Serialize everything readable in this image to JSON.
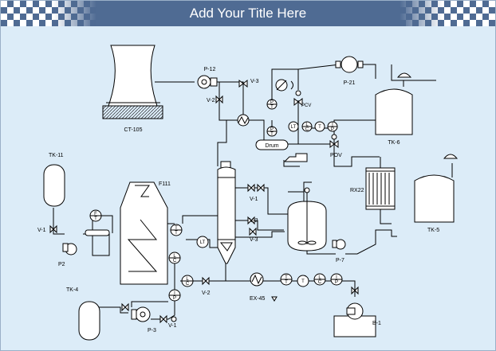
{
  "title": "Add Your Title Here",
  "labels": {
    "ct105": "CT-105",
    "p12": "P-12",
    "v3_top": "V-3",
    "v2_top": "V-2",
    "p21": "P-21",
    "pcv": "PCV",
    "drum": "Drum",
    "tk6": "TK-6",
    "pov": "POV",
    "tk11": "TK-11",
    "v1_left": "V-1",
    "p2": "P2",
    "f111": "F111",
    "v1_mid": "V-1",
    "v2_mid": "V-2",
    "v3_mid": "V-3",
    "rx22": "RX22",
    "tk5": "TK-5",
    "p7": "P-7",
    "tk4": "TK-4",
    "p3": "P-3",
    "v1_bottom": "V-1",
    "v2_bottom": "V-2",
    "ex45": "EX-45",
    "b1": "B-1"
  },
  "instruments": {
    "f": "F",
    "t": "T",
    "l": "L",
    "c": "C",
    "i": "I",
    "p": "P",
    "lt": "LT"
  }
}
